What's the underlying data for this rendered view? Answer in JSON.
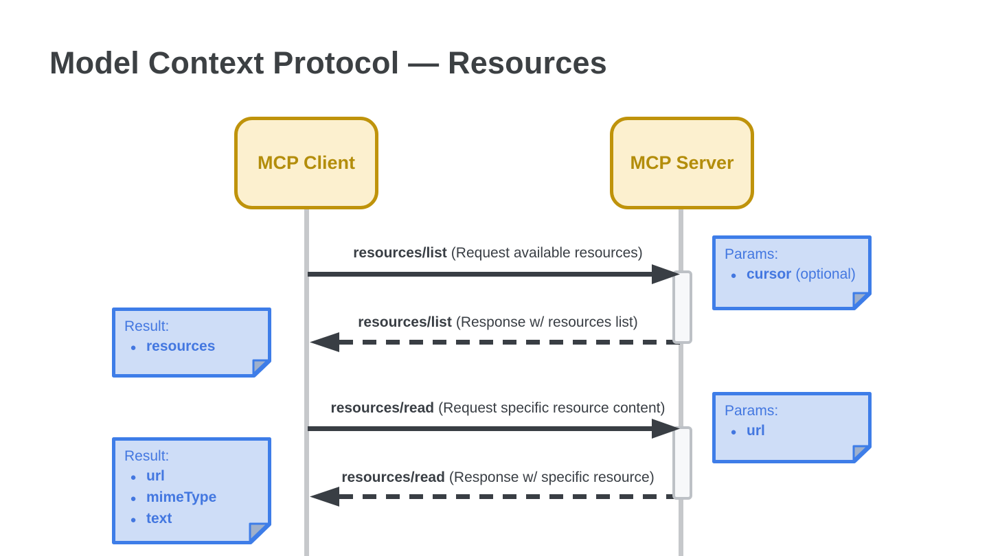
{
  "title": "Model Context Protocol — Resources",
  "actors": {
    "client": "MCP Client",
    "server": "MCP Server"
  },
  "glyphs": {
    "bullet": "●"
  },
  "messages": [
    {
      "method": "resources/list",
      "detail": "(Request available resources)",
      "direction": "client-to-server",
      "style": "solid"
    },
    {
      "method": "resources/list",
      "detail": "(Response w/ resources list)",
      "direction": "server-to-client",
      "style": "dashed"
    },
    {
      "method": "resources/read",
      "detail": "(Request specific resource content)",
      "direction": "client-to-server",
      "style": "solid"
    },
    {
      "method": "resources/read",
      "detail": "(Response w/ specific resource)",
      "direction": "server-to-client",
      "style": "dashed"
    }
  ],
  "notes": [
    {
      "label": "Params:",
      "items": [
        {
          "term": "cursor",
          "suffix": "(optional)"
        }
      ]
    },
    {
      "label": "Result:",
      "items": [
        {
          "term": "resources",
          "suffix": ""
        }
      ]
    },
    {
      "label": "Params:",
      "items": [
        {
          "term": "url",
          "suffix": ""
        }
      ]
    },
    {
      "label": "Result:",
      "items": [
        {
          "term": "url",
          "suffix": ""
        },
        {
          "term": "mimeType",
          "suffix": ""
        },
        {
          "term": "text",
          "suffix": ""
        }
      ]
    }
  ],
  "colors": {
    "title_text": "#3C4043",
    "actor_fill": "#FCF0CF",
    "actor_border": "#BF930B",
    "actor_text": "#B38D0B",
    "lifeline": "#C6C8CB",
    "activation_fill": "#F7F8FA",
    "activation_border": "#BDC1C6",
    "arrow": "#393E44",
    "note_fill": "#CEDDF7",
    "note_border": "#3E7DE8",
    "note_text": "#4377E0",
    "note_fold": "#9FB0CB"
  }
}
